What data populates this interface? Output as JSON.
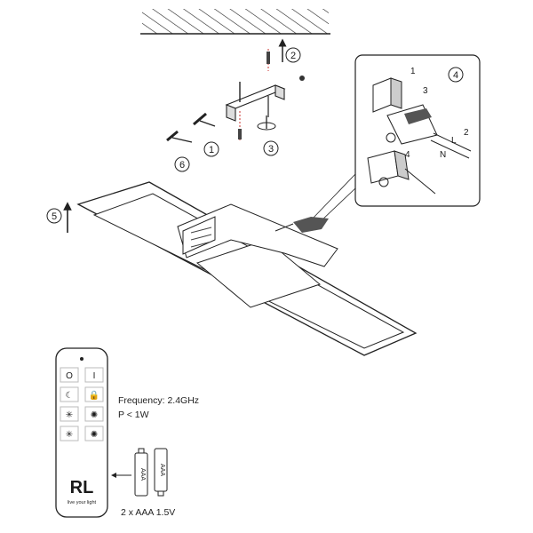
{
  "steps": {
    "s1": "1",
    "s2": "2",
    "s3": "3",
    "s4": "4",
    "s5": "5",
    "s6": "6"
  },
  "detail": {
    "step1": "1",
    "step2": "2",
    "step3": "3",
    "step4": "4",
    "wire_l": "L",
    "wire_n": "N"
  },
  "remote": {
    "buttons": [
      "O",
      "I",
      "☾",
      "🔒",
      "✳",
      "✺",
      "✳",
      "✺"
    ],
    "logo": "RL",
    "tagline": "live your light"
  },
  "specs": {
    "frequency": "Frequency: 2.4GHz",
    "power": "P < 1W",
    "batteries": "2 x AAA 1.5V"
  },
  "battery": {
    "label": "AAA"
  }
}
